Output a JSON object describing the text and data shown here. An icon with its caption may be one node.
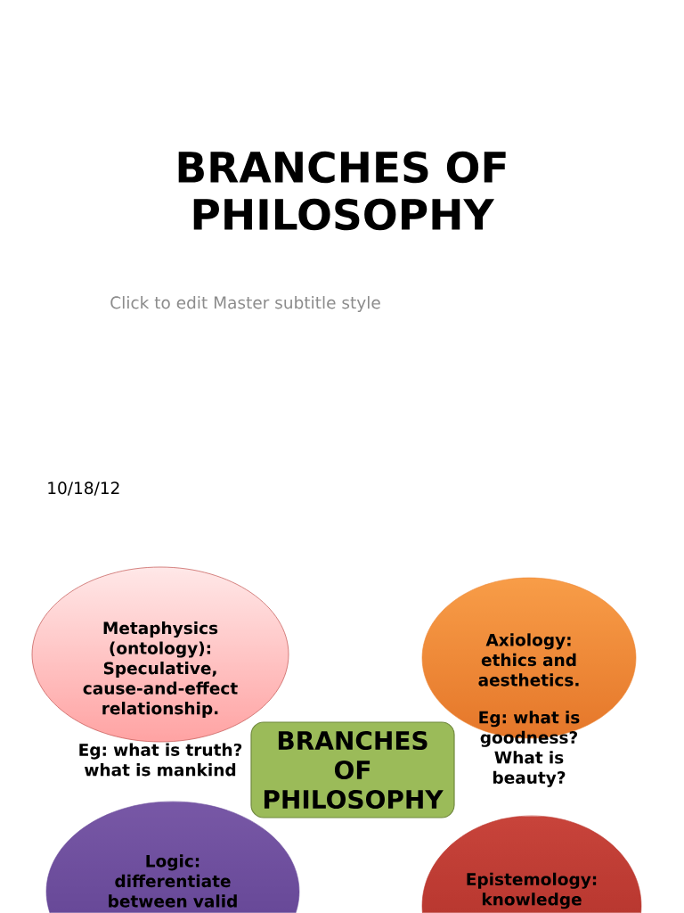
{
  "diagram": {
    "title": "BRANCHES OF PHILOSOPHY",
    "nodes": [
      {
        "text": [
          "Metaphysics (ontology): Speculative, cause-and-effect relationship.",
          "Eg: what is truth? what is mankind"
        ]
      },
      {
        "text": [
          "Axiology: ethics and aesthetics.",
          "Eg: what is goodness? What is beauty?"
        ]
      },
      {
        "text": [
          "BRANCHES OF PHILOSOPHY"
        ]
      },
      {
        "text": [
          "Logic: differentiate between valid"
        ]
      },
      {
        "text": [
          "Epistemology: knowledge"
        ]
      }
    ],
    "labels": [
      "Click to edit Master subtitle style",
      "10/18/12"
    ]
  }
}
